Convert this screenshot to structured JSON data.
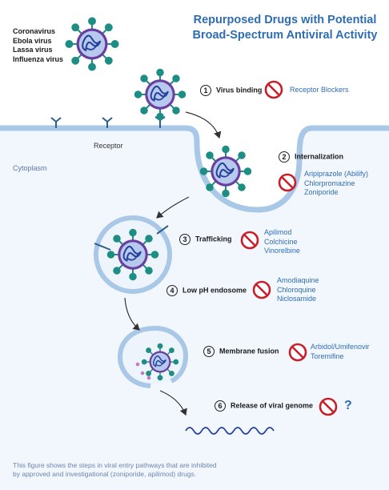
{
  "title": [
    "Repurposed Drugs with Potential",
    "Broad-Spectrum Antiviral Activity"
  ],
  "viruses": [
    "Coronavirus",
    "Ebola virus",
    "Lassa virus",
    "Influenza virus"
  ],
  "labels": {
    "receptor": "Receptor",
    "cytoplasm": "Cytoplasm"
  },
  "steps": [
    {
      "number": "1",
      "name": "Virus binding",
      "drugs": [
        "Receptor Blockers"
      ]
    },
    {
      "number": "2",
      "name": "Internalization",
      "drugs": [
        "Aripiprazole (Abilify)",
        "Chlorpromazine",
        "Zoniporide"
      ]
    },
    {
      "number": "3",
      "name": "Trafficking",
      "drugs": [
        "Apilimod",
        "Colchicine",
        "Vinorelbine"
      ]
    },
    {
      "number": "4",
      "name": "Low pH endosome",
      "drugs": [
        "Amodiaquine",
        "Chloroquine",
        "Niclosamide"
      ]
    },
    {
      "number": "5",
      "name": "Membrane fusion",
      "drugs": [
        "Arbidol/Umifenovir",
        "Toremifine"
      ]
    },
    {
      "number": "6",
      "name": "Release of viral genome",
      "drugs": [
        "?"
      ]
    }
  ],
  "footnote": [
    "This figure shows the steps in viral entry pathways that are inhibited",
    "by approved and investigational (zoniporide, apilimod) drugs."
  ],
  "colors": {
    "title": "#2f6db3",
    "no_symbol": "#c8202a",
    "spike": "#1e8e84",
    "envelope": "#6b3fa0",
    "membrane": "#a9c7e6",
    "cytoplasm": "#f2f7fd"
  }
}
